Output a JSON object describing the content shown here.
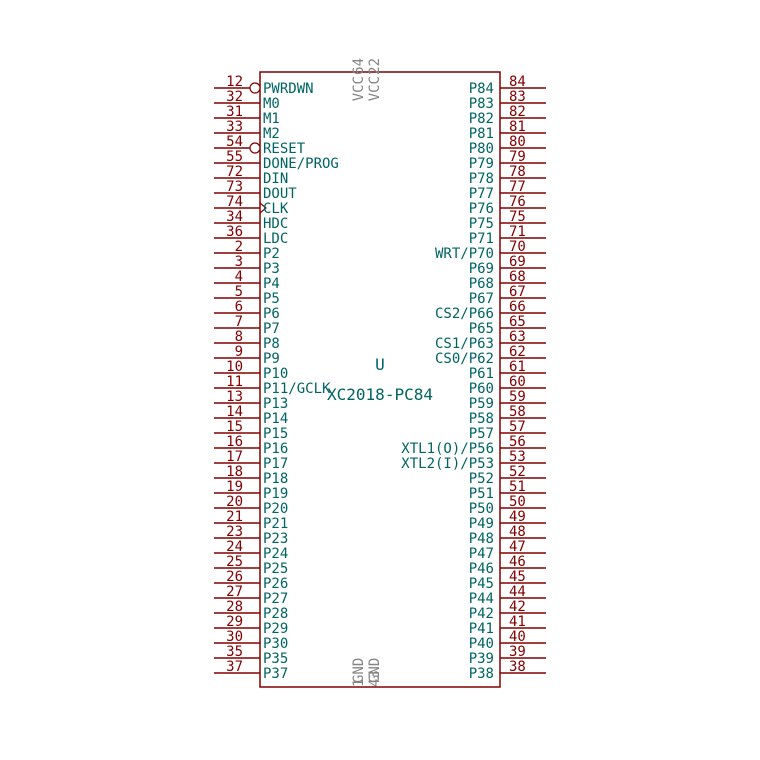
{
  "component": {
    "reference": "U",
    "value": "XC2018-PC84"
  },
  "colors": {
    "outline": "#840000",
    "pin_name": "#006464",
    "power_name": "#848484"
  },
  "left_pins": [
    {
      "num": "12",
      "name": "PWRDWN",
      "style": "inverted"
    },
    {
      "num": "32",
      "name": "M0"
    },
    {
      "num": "31",
      "name": "M1"
    },
    {
      "num": "33",
      "name": "M2"
    },
    {
      "num": "54",
      "name": "RESET",
      "style": "inverted"
    },
    {
      "num": "55",
      "name": "DONE/PROG"
    },
    {
      "num": "72",
      "name": "DIN"
    },
    {
      "num": "73",
      "name": "DOUT"
    },
    {
      "num": "74",
      "name": "CLK",
      "style": "clock"
    },
    {
      "num": "34",
      "name": "HDC"
    },
    {
      "num": "36",
      "name": "LDC"
    },
    {
      "num": "2",
      "name": "P2"
    },
    {
      "num": "3",
      "name": "P3"
    },
    {
      "num": "4",
      "name": "P4"
    },
    {
      "num": "5",
      "name": "P5"
    },
    {
      "num": "6",
      "name": "P6"
    },
    {
      "num": "7",
      "name": "P7"
    },
    {
      "num": "8",
      "name": "P8"
    },
    {
      "num": "9",
      "name": "P9"
    },
    {
      "num": "10",
      "name": "P10"
    },
    {
      "num": "11",
      "name": "P11/GCLK"
    },
    {
      "num": "13",
      "name": "P13"
    },
    {
      "num": "14",
      "name": "P14"
    },
    {
      "num": "15",
      "name": "P15"
    },
    {
      "num": "16",
      "name": "P16"
    },
    {
      "num": "17",
      "name": "P17"
    },
    {
      "num": "18",
      "name": "P18"
    },
    {
      "num": "19",
      "name": "P19"
    },
    {
      "num": "20",
      "name": "P20"
    },
    {
      "num": "21",
      "name": "P21"
    },
    {
      "num": "23",
      "name": "P23"
    },
    {
      "num": "24",
      "name": "P24"
    },
    {
      "num": "25",
      "name": "P25"
    },
    {
      "num": "26",
      "name": "P26"
    },
    {
      "num": "27",
      "name": "P27"
    },
    {
      "num": "28",
      "name": "P28"
    },
    {
      "num": "29",
      "name": "P29"
    },
    {
      "num": "30",
      "name": "P30"
    },
    {
      "num": "35",
      "name": "P35"
    },
    {
      "num": "37",
      "name": "P37"
    }
  ],
  "right_pins": [
    {
      "num": "84",
      "name": "P84"
    },
    {
      "num": "83",
      "name": "P83"
    },
    {
      "num": "82",
      "name": "P82"
    },
    {
      "num": "81",
      "name": "P81"
    },
    {
      "num": "80",
      "name": "P80"
    },
    {
      "num": "79",
      "name": "P79"
    },
    {
      "num": "78",
      "name": "P78"
    },
    {
      "num": "77",
      "name": "P77"
    },
    {
      "num": "76",
      "name": "P76"
    },
    {
      "num": "75",
      "name": "P75"
    },
    {
      "num": "71",
      "name": "P71"
    },
    {
      "num": "70",
      "name": "WRT/P70"
    },
    {
      "num": "69",
      "name": "P69"
    },
    {
      "num": "68",
      "name": "P68"
    },
    {
      "num": "67",
      "name": "P67"
    },
    {
      "num": "66",
      "name": "CS2/P66"
    },
    {
      "num": "65",
      "name": "P65"
    },
    {
      "num": "63",
      "name": "CS1/P63"
    },
    {
      "num": "62",
      "name": "CS0/P62"
    },
    {
      "num": "61",
      "name": "P61"
    },
    {
      "num": "60",
      "name": "P60"
    },
    {
      "num": "59",
      "name": "P59"
    },
    {
      "num": "58",
      "name": "P58"
    },
    {
      "num": "57",
      "name": "P57"
    },
    {
      "num": "56",
      "name": "XTL1(O)/P56"
    },
    {
      "num": "53",
      "name": "XTL2(I)/P53"
    },
    {
      "num": "52",
      "name": "P52"
    },
    {
      "num": "51",
      "name": "P51"
    },
    {
      "num": "50",
      "name": "P50"
    },
    {
      "num": "49",
      "name": "P49"
    },
    {
      "num": "48",
      "name": "P48"
    },
    {
      "num": "47",
      "name": "P47"
    },
    {
      "num": "46",
      "name": "P46"
    },
    {
      "num": "45",
      "name": "P45"
    },
    {
      "num": "44",
      "name": "P44"
    },
    {
      "num": "42",
      "name": "P42"
    },
    {
      "num": "41",
      "name": "P41"
    },
    {
      "num": "40",
      "name": "P40"
    },
    {
      "num": "39",
      "name": "P39"
    },
    {
      "num": "38",
      "name": "P38"
    }
  ],
  "top_pins": [
    {
      "num": "64",
      "name": "VCC"
    },
    {
      "num": "22",
      "name": "VCC"
    }
  ],
  "bottom_pins": [
    {
      "num": "1",
      "name": "GND"
    },
    {
      "num": "43",
      "name": "GND"
    }
  ]
}
